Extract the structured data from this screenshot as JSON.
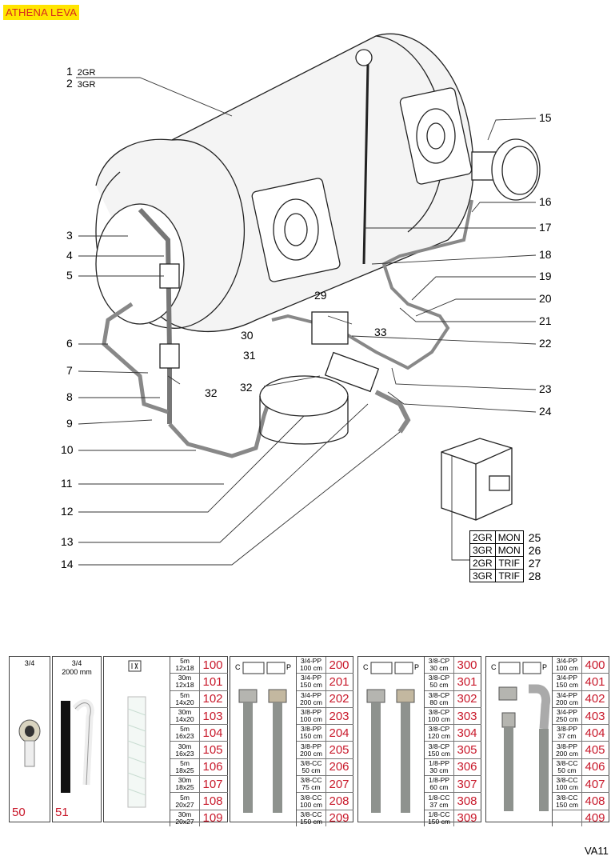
{
  "header": {
    "title": "ATHENA LEVA"
  },
  "callouts": [
    {
      "n": "1",
      "sub": "2GR"
    },
    {
      "n": "2",
      "sub": "3GR"
    },
    {
      "n": "3"
    },
    {
      "n": "4"
    },
    {
      "n": "5"
    },
    {
      "n": "6"
    },
    {
      "n": "7"
    },
    {
      "n": "8"
    },
    {
      "n": "9"
    },
    {
      "n": "10"
    },
    {
      "n": "11"
    },
    {
      "n": "12"
    },
    {
      "n": "13"
    },
    {
      "n": "14"
    },
    {
      "n": "15"
    },
    {
      "n": "16"
    },
    {
      "n": "17"
    },
    {
      "n": "18"
    },
    {
      "n": "19"
    },
    {
      "n": "20"
    },
    {
      "n": "21"
    },
    {
      "n": "22"
    },
    {
      "n": "23"
    },
    {
      "n": "24"
    },
    {
      "n": "29"
    },
    {
      "n": "30"
    },
    {
      "n": "31"
    },
    {
      "n": "32"
    },
    {
      "n": "32"
    },
    {
      "n": "33"
    }
  ],
  "variants": [
    {
      "groups": "2GR",
      "type": "MON",
      "n": "25"
    },
    {
      "groups": "3GR",
      "type": "MON",
      "n": "26"
    },
    {
      "groups": "2GR",
      "type": "TRIF",
      "n": "27"
    },
    {
      "groups": "3GR",
      "type": "TRIF",
      "n": "28"
    }
  ],
  "catalog": {
    "b50": {
      "cap": "3/4",
      "code": "50"
    },
    "b51": {
      "cap": "3/4",
      "cap2": "2000 mm",
      "code": "51"
    },
    "tubes": [
      {
        "l1": "5m",
        "l2": "12x18",
        "code": "100"
      },
      {
        "l1": "30m",
        "l2": "12x18",
        "code": "101"
      },
      {
        "l1": "5m",
        "l2": "14x20",
        "code": "102"
      },
      {
        "l1": "30m",
        "l2": "14x20",
        "code": "103"
      },
      {
        "l1": "5m",
        "l2": "16x23",
        "code": "104"
      },
      {
        "l1": "30m",
        "l2": "16x23",
        "code": "105"
      },
      {
        "l1": "5m",
        "l2": "18x25",
        "code": "106"
      },
      {
        "l1": "30m",
        "l2": "18x25",
        "code": "107"
      },
      {
        "l1": "5m",
        "l2": "20x27",
        "code": "108"
      },
      {
        "l1": "30m",
        "l2": "20x27",
        "code": "109"
      }
    ],
    "hoses_a": [
      {
        "l1": "3/4-PP",
        "l2": "100 cm",
        "code": "200"
      },
      {
        "l1": "3/4-PP",
        "l2": "150 cm",
        "code": "201"
      },
      {
        "l1": "3/4-PP",
        "l2": "200 cm",
        "code": "202"
      },
      {
        "l1": "3/8-PP",
        "l2": "100 cm",
        "code": "203"
      },
      {
        "l1": "3/8-PP",
        "l2": "150 cm",
        "code": "204"
      },
      {
        "l1": "3/8-PP",
        "l2": "200 cm",
        "code": "205"
      },
      {
        "l1": "3/8-CC",
        "l2": "50 cm",
        "code": "206"
      },
      {
        "l1": "3/8-CC",
        "l2": "75 cm",
        "code": "207"
      },
      {
        "l1": "3/8-CC",
        "l2": "100 cm",
        "code": "208"
      },
      {
        "l1": "3/8-CC",
        "l2": "150 cm",
        "code": "209"
      }
    ],
    "hoses_b": [
      {
        "l1": "3/8-CP",
        "l2": "30 cm",
        "code": "300"
      },
      {
        "l1": "3/8-CP",
        "l2": "50 cm",
        "code": "301"
      },
      {
        "l1": "3/8-CP",
        "l2": "80 cm",
        "code": "302"
      },
      {
        "l1": "3/8-CP",
        "l2": "100 cm",
        "code": "303"
      },
      {
        "l1": "3/8-CP",
        "l2": "120 cm",
        "code": "304"
      },
      {
        "l1": "3/8-CP",
        "l2": "150 cm",
        "code": "305"
      },
      {
        "l1": "1/8-PP",
        "l2": "30 cm",
        "code": "306"
      },
      {
        "l1": "1/8-PP",
        "l2": "60 cm",
        "code": "307"
      },
      {
        "l1": "1/8-CC",
        "l2": "37 cm",
        "code": "308"
      },
      {
        "l1": "1/8-CC",
        "l2": "150 cm",
        "code": "309"
      }
    ],
    "hoses_c": [
      {
        "l1": "3/4-PP",
        "l2": "100 cm",
        "code": "400"
      },
      {
        "l1": "3/4-PP",
        "l2": "150 cm",
        "code": "401"
      },
      {
        "l1": "3/4-PP",
        "l2": "200 cm",
        "code": "402"
      },
      {
        "l1": "3/4-PP",
        "l2": "250 cm",
        "code": "403"
      },
      {
        "l1": "3/8-PP",
        "l2": "37 cm",
        "code": "404"
      },
      {
        "l1": "3/8-PP",
        "l2": "200 cm",
        "code": "405"
      },
      {
        "l1": "3/8-CC",
        "l2": "50 cm",
        "code": "406"
      },
      {
        "l1": "3/8-CC",
        "l2": "100 cm",
        "code": "407"
      },
      {
        "l1": "3/8-CC",
        "l2": "150 cm",
        "code": "408"
      },
      {
        "l1": "",
        "l2": "",
        "code": "409"
      }
    ],
    "cp": {
      "c": "C",
      "p": "P"
    }
  },
  "page_code": "VA11",
  "colors": {
    "accent_red": "#c8182a",
    "title_bg": "#ffe500"
  }
}
